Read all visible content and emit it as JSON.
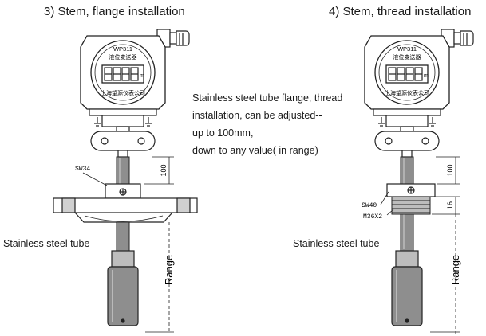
{
  "left": {
    "title": "3)  Stem, flange installation",
    "model": "WP311",
    "product": "液位变送器",
    "company": "上海望源仪表公司",
    "unit": "m",
    "wrench": "SW34",
    "dim_top": "100",
    "tube_label": "Stainless steel tube",
    "range_label": "Range"
  },
  "right": {
    "title": "4)  Stem, thread installation",
    "model": "WP311",
    "product": "液位变送器",
    "company": "上海望源仪表公司",
    "unit": "m",
    "wrench": "SW40",
    "thread": "M36X2",
    "dim_top": "100",
    "dim_thread": "16",
    "tube_label": "Stainless steel tube",
    "range_label": "Range"
  },
  "description": {
    "line1": "Stainless steel tube flange, thread",
    "line2": "installation, can be adjusted--",
    "line3": "up to 100mm,",
    "line4": "down to any value( in range)"
  }
}
